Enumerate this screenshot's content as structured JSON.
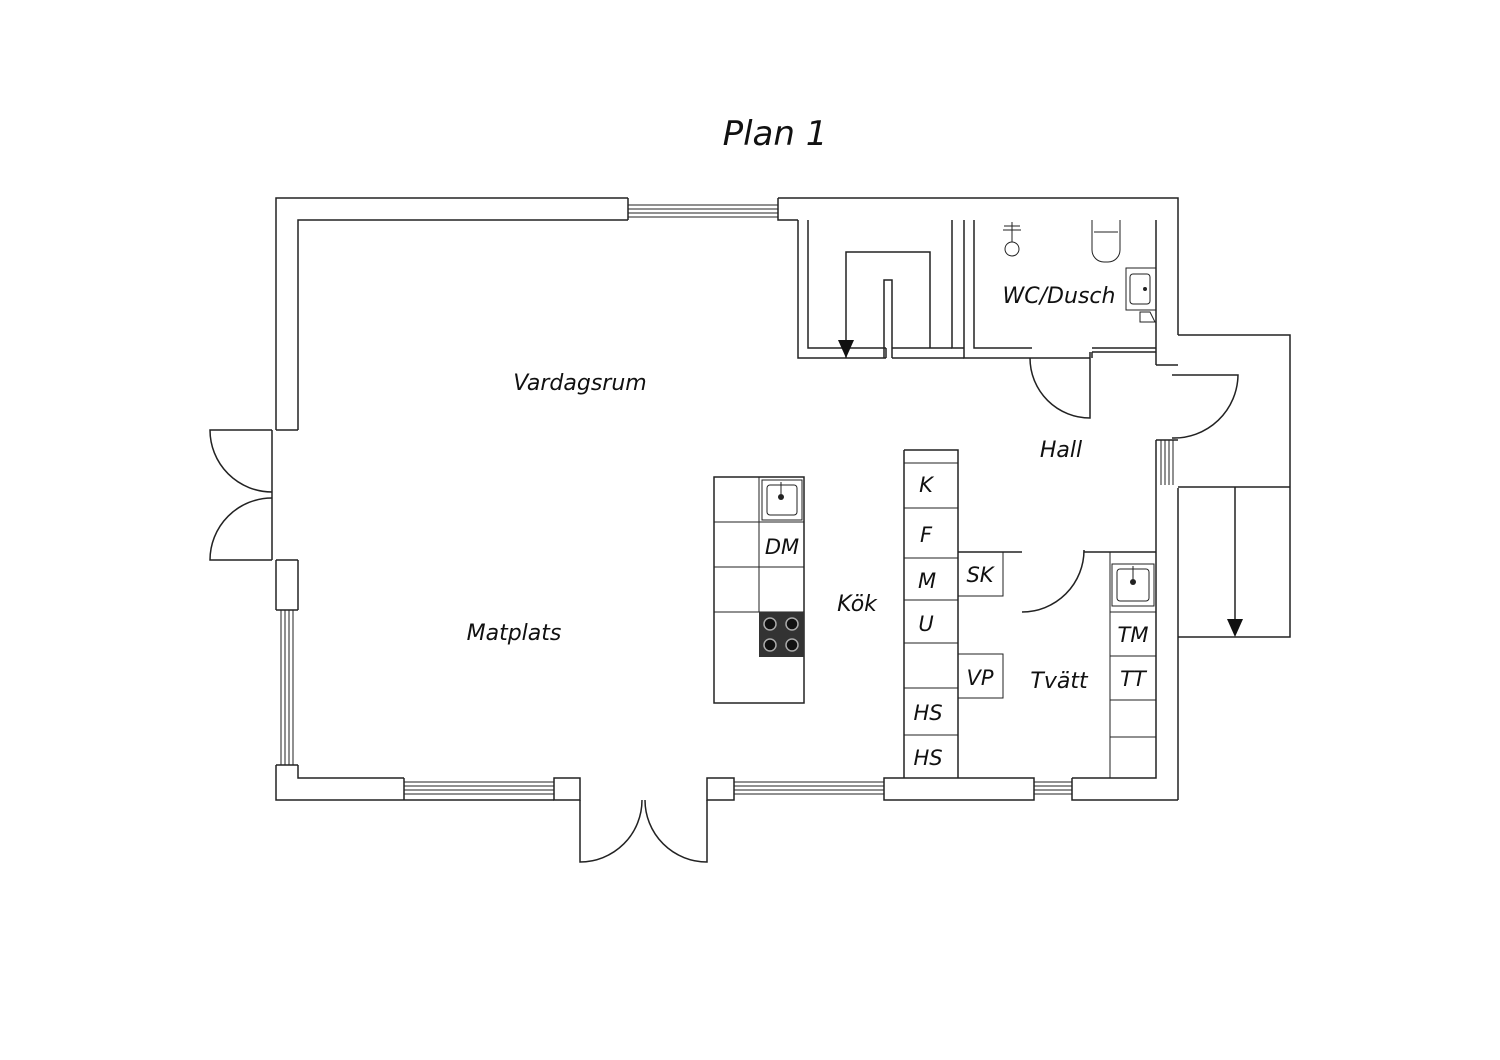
{
  "title": "Plan 1",
  "rooms": {
    "vardagsrum": "Vardagsrum",
    "matplats": "Matplats",
    "kok": "Kök",
    "wc_dusch": "WC/Dusch",
    "hall": "Hall",
    "tvatt": "Tvätt"
  },
  "appliances": {
    "dm": "DM",
    "k": "K",
    "f": "F",
    "m": "M",
    "u": "U",
    "hs1": "HS",
    "hs2": "HS",
    "sk": "SK",
    "vp": "VP",
    "tm": "TM",
    "tt": "TT"
  },
  "colors": {
    "line": "#222222",
    "background": "#ffffff",
    "stove": "#333333"
  }
}
